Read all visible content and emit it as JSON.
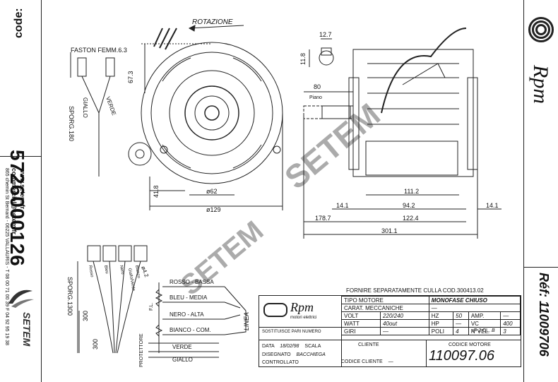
{
  "left_panel": {
    "code_label": "code:",
    "code_value": "5726000126",
    "website": "www.setem.fr",
    "email": "commercial@setem.fr",
    "address": "865 chemin St Bernard - 06225 VALLAURIS - T 08 00 71 00 39  F 04 92 95 19 38",
    "company": "SETEM"
  },
  "right_panel": {
    "brand": "Rpm",
    "ref_label": "Réf: 11009706"
  },
  "drawing": {
    "rotation_label": "ROTAZIONE",
    "faston_label": "FASTON FEMM.6.3",
    "wire_green": "VERDE",
    "wire_yellow": "GIALLO",
    "sporg_top": "SPORG.180",
    "dim_67_3": "67.3",
    "dim_41_8": "41.8",
    "dim_62": "ø62",
    "dim_129": "ø129",
    "dim_12_7": "12.7",
    "dim_11_8": "11.8",
    "dim_80": "80",
    "piano_label": "Piano",
    "dim_111_2": "111.2",
    "dim_14_1a": "14.1",
    "dim_94_2": "94.2",
    "dim_14_1b": "14.1",
    "dim_178_7": "178.7",
    "dim_122_4": "122.4",
    "dim_301_1": "301.1",
    "sporg_bottom": "SPORG.1300",
    "dim_300a": "300",
    "dim_300b": "300",
    "dim_4_2": "ø4.2",
    "wire_rosso": "ROSSO - BASSA",
    "wire_bleu": "BLEU - MEDIA",
    "wire_nero": "NERO - ALTA",
    "wire_bianco": "BIANCO - COM.",
    "wire_verde": "VERDE",
    "wire_giallo": "GIALLO",
    "linea_label": "LINEA",
    "fl_label": "F.L.",
    "protettore_label": "PROTETTORE",
    "lead_colors": [
      "Rosso",
      "Bleu",
      "Nero",
      "Bianco",
      "Giallo/Verde"
    ]
  },
  "title_block": {
    "header_note": "FORNIRE SEPARATAMENTE CULLA COD.300413.02",
    "tipo_motore_label": "TIPO MOTORE",
    "tipo_motore_value": "MONOFASE CHIUSO",
    "carat_label": "CARAT. MECCANICHE",
    "carat_value": "—",
    "volt_label": "VOLT",
    "volt_value": "220/240",
    "hz_label": "HZ",
    "hz_value": "50",
    "amp_label": "AMP.",
    "amp_value": "—",
    "watt_label": "WATT",
    "watt_value": "40out",
    "hp_label": "HP",
    "hp_value": "—",
    "uf_label": "µF",
    "uf_value": "2",
    "vc_label": "VC",
    "vc_value": "400",
    "giri_label": "GIRI",
    "giri_value": "—",
    "poli_label": "POLI",
    "poli_value": "4",
    "cl_label": "CL.",
    "cl_value": "B",
    "vel_label": "N°VEL.",
    "vel_value": "3",
    "sostituisce_label": "SOSTITUISCE PARI NUMERO",
    "cliente_label": "CLIENTE",
    "codice_motore_label": "CODICE MOTORE",
    "data_label": "DATA",
    "data_value": "18/02/98",
    "scala_label": "SCALA",
    "disegnato_label": "DISEGNATO",
    "disegnato_value": "BACCHIEGA",
    "controllato_label": "CONTROLLATO",
    "codice_cliente_label": "CODICE CLIENTE",
    "codice_cliente_value": "—",
    "motor_code": "110097.06",
    "brand": "Rpm",
    "brand_sub": "motori elettrici"
  },
  "watermark": "SETEM"
}
